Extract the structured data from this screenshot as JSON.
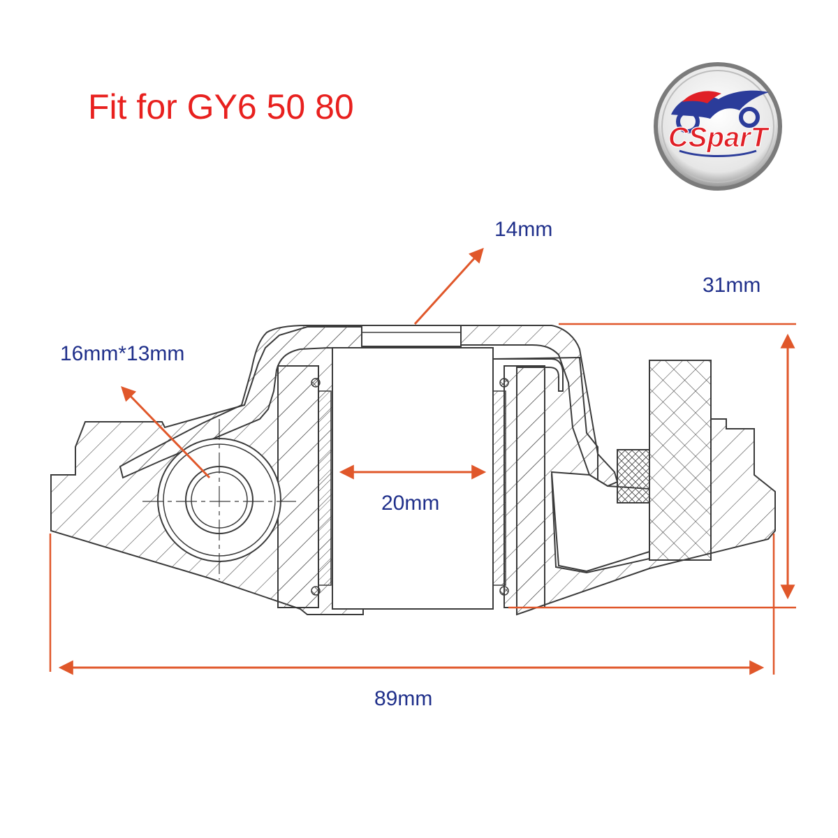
{
  "title": "Fit for GY6 50 80",
  "brand": {
    "logo_text": "CSparT"
  },
  "dimensions": {
    "top_hole": "14mm",
    "height": "31mm",
    "side_bore": "16mm*13mm",
    "inner_bore": "20mm",
    "width": "89mm"
  },
  "colors": {
    "title": "#e8201e",
    "dimension_text": "#1f2f8a",
    "dimension_line": "#e0572a",
    "outline": "#3a3a3a",
    "logo_red": "#e01f26",
    "logo_blue": "#2b3c9a"
  }
}
